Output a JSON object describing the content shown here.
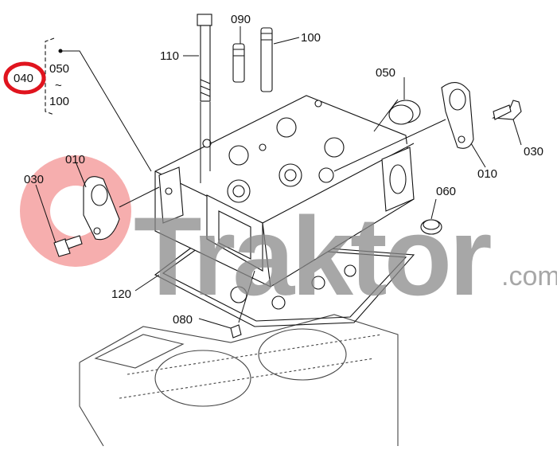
{
  "diagram": {
    "highlight_color": "#e0141e",
    "highlighted_part": "040",
    "group_range": {
      "from": "050",
      "tilde": "~",
      "to": "100"
    },
    "callouts": {
      "bolt_110": "110",
      "seal_090": "090",
      "guide_100": "100",
      "plug_050": "050",
      "hanger_right_010": "010",
      "bolt_right_030": "030",
      "hanger_left_010": "010",
      "bolt_left_030": "030",
      "ring_060": "060",
      "gasket_120": "120",
      "plug_080": "080"
    }
  },
  "watermark": {
    "brand": "Traktor",
    "suffix": ".com",
    "color": "#8a8a8a",
    "logo_color": "#f07878"
  }
}
